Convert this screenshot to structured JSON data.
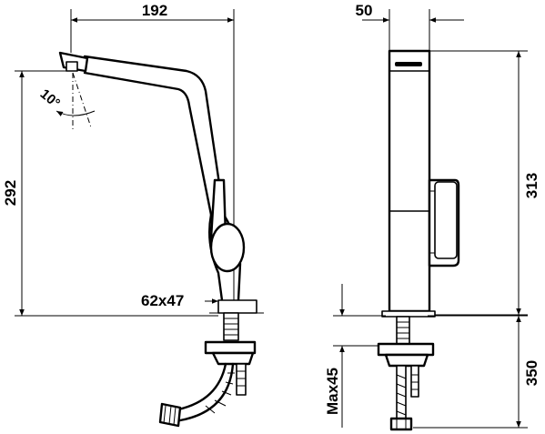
{
  "side_view": {
    "width_label": "192",
    "height_label": "292",
    "angle_label": "10°",
    "base_label": "62x47"
  },
  "front_view": {
    "width_label": "50",
    "height_label": "313",
    "max_thickness_label": "Max45",
    "hose_label": "350"
  }
}
